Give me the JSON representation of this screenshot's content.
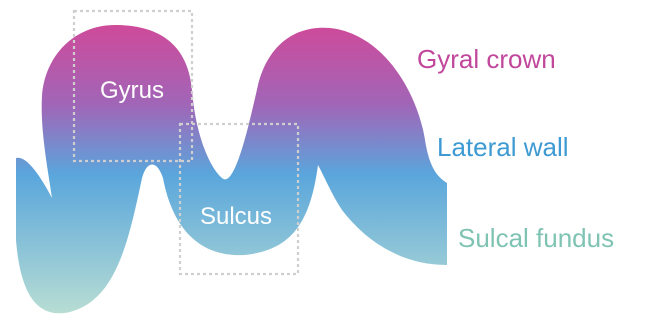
{
  "labels": {
    "gyrus": "Gyrus",
    "sulcus": "Sulcus",
    "gyral_crown": "Gyral crown",
    "lateral_wall": "Lateral wall",
    "sulcal_fundus": "Sulcal fundus"
  },
  "colors": {
    "gyral_crown": "#c0479b",
    "lateral_wall": "#3e9ad3",
    "sulcal_fundus": "#7fc3b3",
    "gradient_top": "#cf4a9a",
    "gradient_upper_mid": "#a066b8",
    "gradient_mid": "#5aa6dc",
    "gradient_bottom": "#b7ddd3",
    "box_outline": "#cfcfcf"
  }
}
